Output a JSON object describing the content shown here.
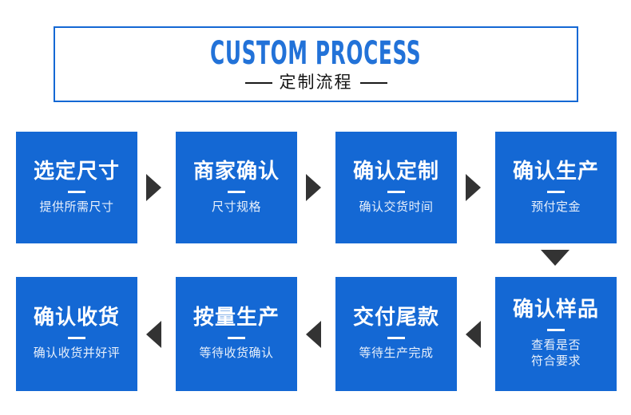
{
  "header": {
    "title_en": "CUSTOM PROCESS",
    "title_cn": "定制流程",
    "dash_left": "dash",
    "dash_right": "dash",
    "border_color": "#1468d4",
    "title_color": "#2272d8",
    "subtitle_color": "#141414"
  },
  "theme": {
    "box_blue": "#1468d4",
    "arrow_dark": "#333333",
    "box_title_color": "#ffffff",
    "box_sub_color": "#e8f0fb",
    "background": "#ffffff"
  },
  "rows": [
    {
      "direction": "right",
      "arrow_icon": "arrow-right-icon",
      "steps": [
        {
          "title": "选定尺寸",
          "sub": "提供所需尺寸",
          "sub2": ""
        },
        {
          "title": "商家确认",
          "sub": "尺寸规格",
          "sub2": ""
        },
        {
          "title": "确认定制",
          "sub": "确认交货时间",
          "sub2": ""
        },
        {
          "title": "确认生产",
          "sub": "预付定金",
          "sub2": ""
        }
      ]
    },
    {
      "direction": "left",
      "arrow_icon": "arrow-left-icon",
      "steps": [
        {
          "title": "确认收货",
          "sub": "确认收货并好评",
          "sub2": ""
        },
        {
          "title": "按量生产",
          "sub": "等待收货确认",
          "sub2": ""
        },
        {
          "title": "交付尾款",
          "sub": "等待生产完成",
          "sub2": ""
        },
        {
          "title": "确认样品",
          "sub": "查看是否",
          "sub2": "符合要求"
        }
      ]
    }
  ],
  "connector": {
    "down_arrow_icon": "arrow-down-icon"
  }
}
